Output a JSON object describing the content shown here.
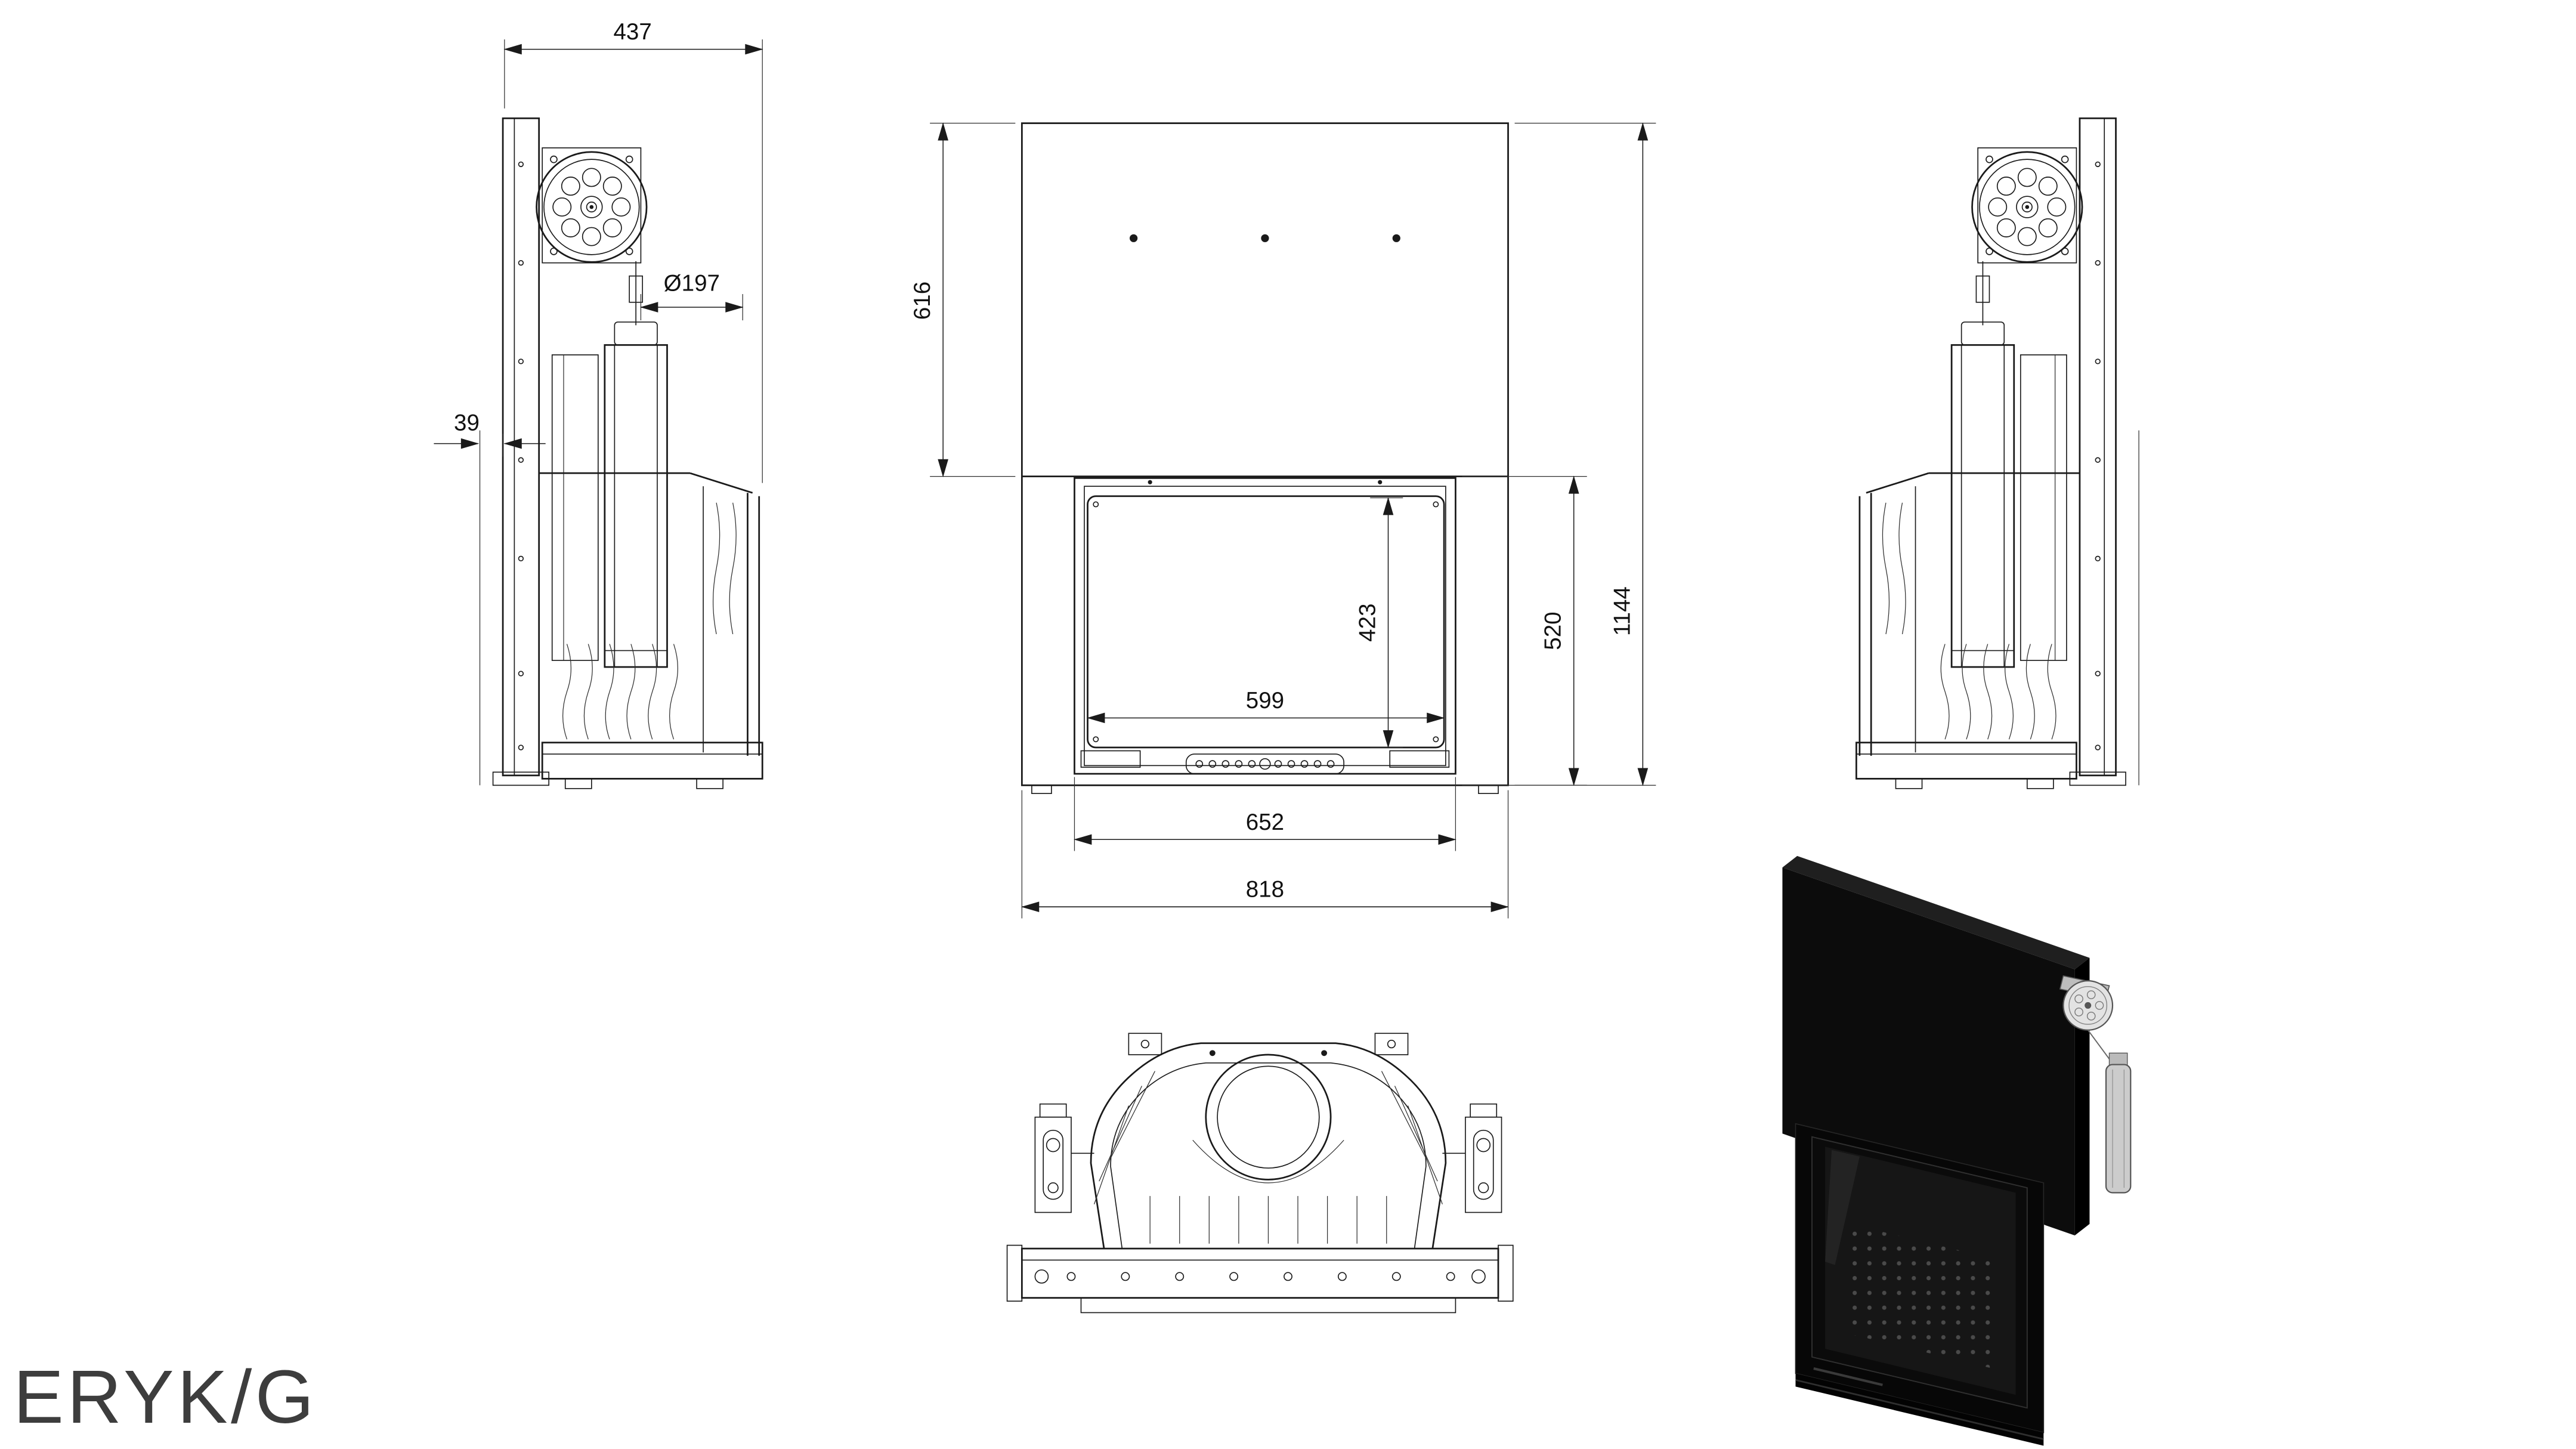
{
  "title": "ERYK/G",
  "dimensions": {
    "side": {
      "width_top": "437",
      "diameter": "Ø197",
      "wall_offset": "39"
    },
    "front": {
      "upper_panel_height": "616",
      "glass_height": "423",
      "firebox_height": "520",
      "total_height": "1144",
      "glass_width": "599",
      "door_width": "652",
      "total_width": "818"
    }
  }
}
